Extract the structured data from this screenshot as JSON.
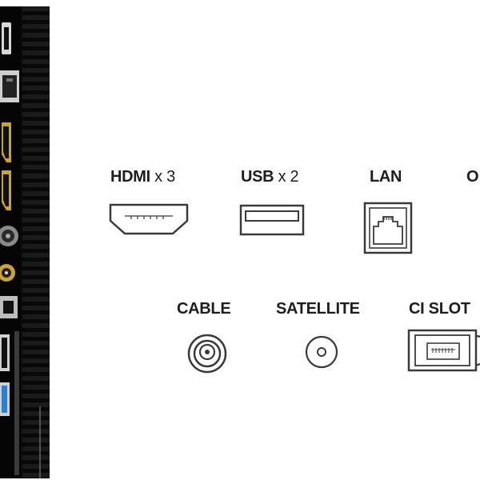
{
  "labels": {
    "hdmi": "HDMI",
    "hdmi_count": "x 3",
    "usb": "USB",
    "usb_count": "x 2",
    "lan": "LAN",
    "optical_partial": "O",
    "cable": "CABLE",
    "satellite": "SATELLITE",
    "ci_slot": "CI SLOT"
  },
  "icons": {
    "hdmi": "hdmi-port-icon",
    "usb": "usb-port-icon",
    "lan": "ethernet-port-icon",
    "cable": "coax-cable-icon",
    "satellite": "satellite-connector-icon",
    "ci_slot": "ci-card-slot-icon"
  },
  "colors": {
    "ink": "#1e1e1e",
    "line": "#3a3a3a",
    "tv_body": "#0b0b0b",
    "usb3_blue": "#2f7fd0"
  }
}
